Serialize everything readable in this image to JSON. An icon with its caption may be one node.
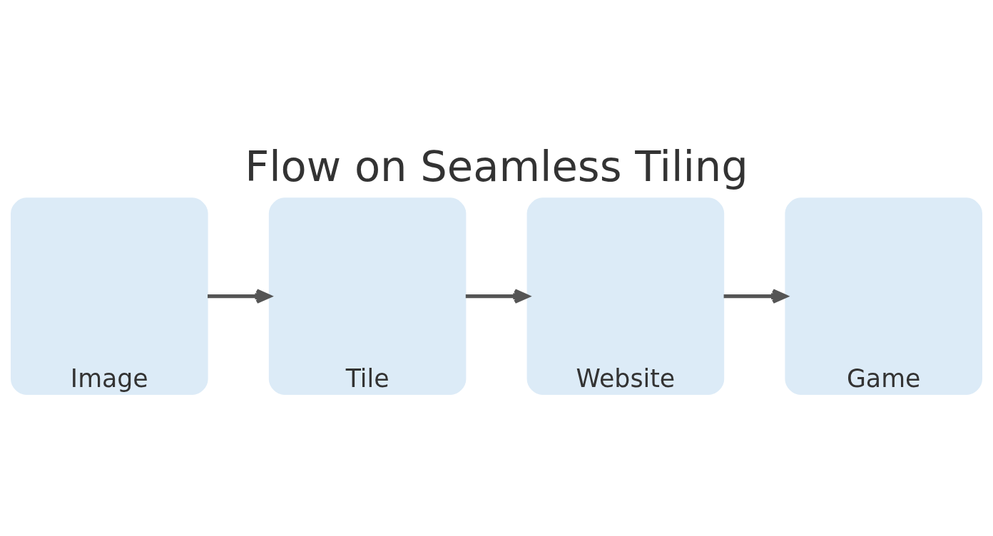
{
  "diagram": {
    "title": "Flow on Seamless Tiling",
    "nodes": [
      {
        "text": [
          "Image"
        ]
      },
      {
        "text": [
          "Tile"
        ]
      },
      {
        "text": [
          "Website"
        ]
      },
      {
        "text": [
          "Game"
        ]
      }
    ],
    "edges": [
      {
        "from": 0,
        "to": 1,
        "arrow": "to"
      },
      {
        "from": 1,
        "to": 2,
        "arrow": "to"
      },
      {
        "from": 2,
        "to": 3,
        "arrow": "to"
      }
    ]
  }
}
